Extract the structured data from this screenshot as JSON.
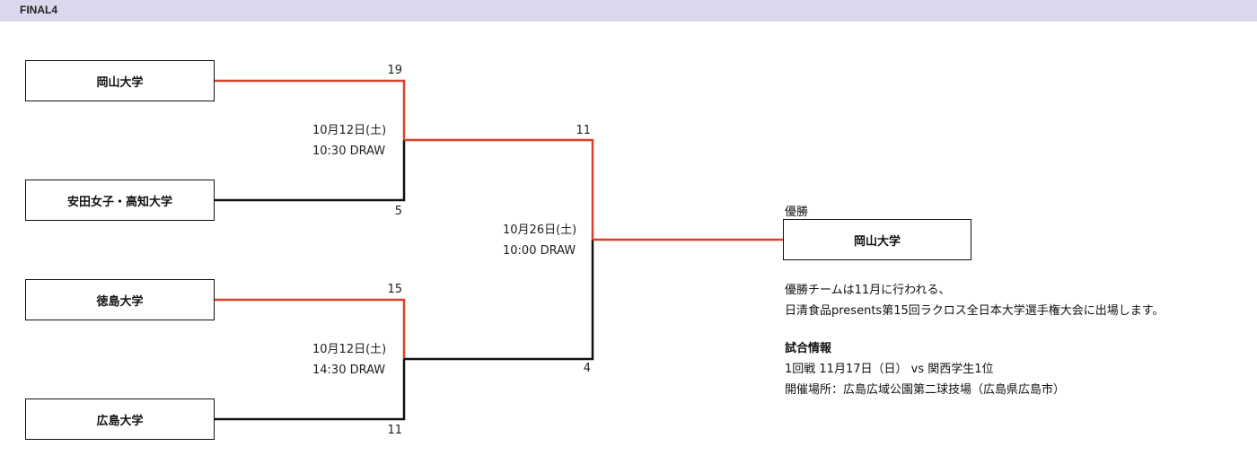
{
  "header": {
    "title": "FINAL4"
  },
  "bracket": {
    "teams": [
      {
        "name": "岡山大学"
      },
      {
        "name": "安田女子・高知大学"
      },
      {
        "name": "徳島大学"
      },
      {
        "name": "広島大学"
      }
    ],
    "semifinal_1": {
      "score_top": "19",
      "score_bottom": "5",
      "date": "10月12日(土)",
      "time": "10:30 DRAW"
    },
    "semifinal_2": {
      "score_top": "15",
      "score_bottom": "11",
      "date": "10月12日(土)",
      "time": "14:30 DRAW"
    },
    "final": {
      "score_top": "11",
      "score_bottom": "4",
      "date": "10月26日(土)",
      "time": "10:00 DRAW"
    },
    "champion": {
      "label": "優勝",
      "name": "岡山大学"
    }
  },
  "notes": {
    "line1": "優勝チームは11月に行われる、",
    "line2": "日清食品presents第15回ラクロス全日本大学選手権大会に出場します。",
    "info_heading": "試合情報",
    "info_line1": "1回戦 11月17日（日） vs 関西学生1位",
    "info_line2": "開催場所：広島広域公園第二球技場（広島県広島市）"
  },
  "colors": {
    "winner_line": "#d9412b",
    "loser_line": "#111111",
    "header_bg": "#dcd7ec"
  }
}
